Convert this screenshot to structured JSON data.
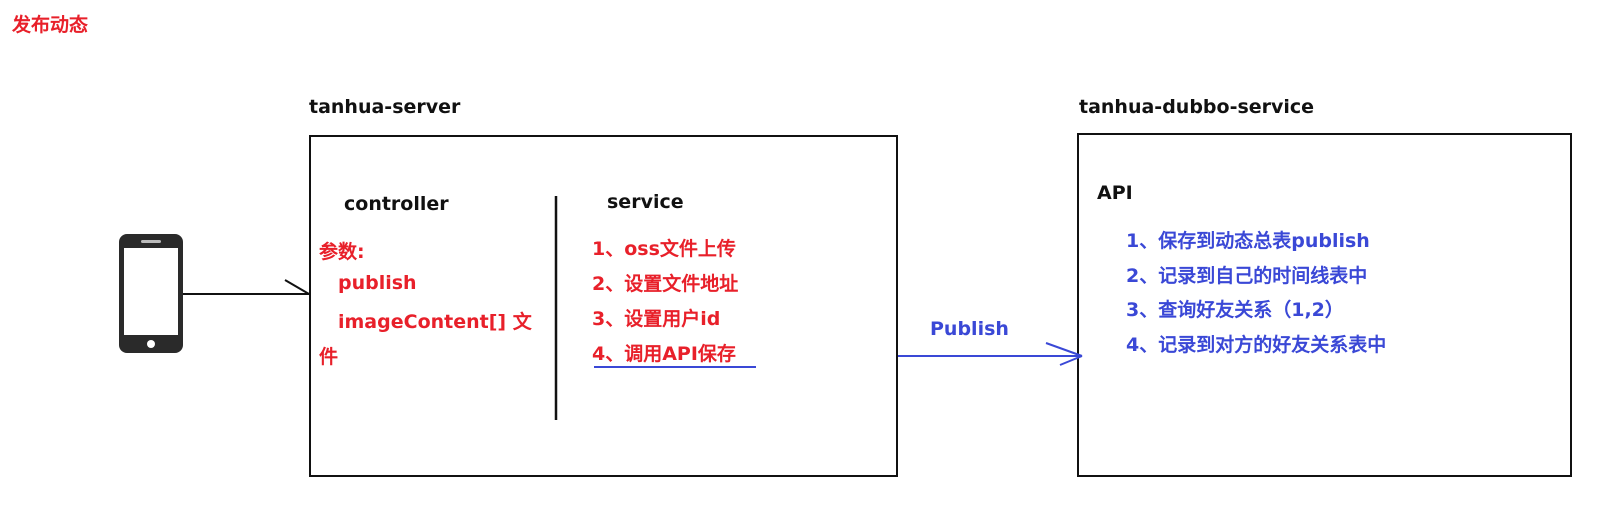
{
  "title": "发布动态",
  "server": {
    "label": "tanhua-server",
    "controller": {
      "title": "controller",
      "params_label": "参数:",
      "params": [
        "publish",
        "imageContent[] 文",
        "件"
      ]
    },
    "service": {
      "title": "service",
      "steps": [
        "1、oss文件上传",
        "2、设置文件地址",
        "3、设置用户id",
        "4、调用API保存"
      ]
    }
  },
  "dubbo": {
    "label": "tanhua-dubbo-service",
    "api": {
      "title": "API",
      "steps": [
        "1、保存到动态总表publish",
        "2、记录到自己的时间线表中",
        "3、查询好友关系（1,2）",
        "4、记录到对方的好友关系表中"
      ]
    }
  },
  "edge_publish_label": "Publish",
  "colors": {
    "title": "#e8202a",
    "controller_text": "#e8202a",
    "service_text": "#e8202a",
    "api_text": "#3a48d6",
    "publish_arrow": "#3a48d6",
    "borders": "#111111"
  },
  "icons": {
    "client": "smartphone-icon"
  }
}
